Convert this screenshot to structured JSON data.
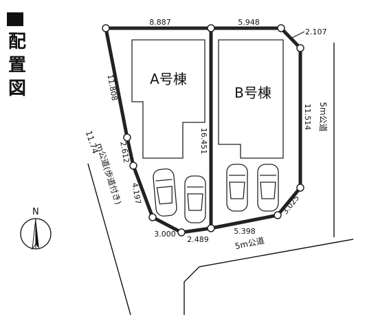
{
  "title": {
    "chars": [
      "配",
      "置",
      "図"
    ]
  },
  "buildings": {
    "a_label": "A号棟",
    "b_label": "B号棟"
  },
  "dimensions": {
    "top_left": "8.887",
    "top_right": "5.948",
    "corner_top_right": "2.107",
    "left_upper": "11.808",
    "left_mid": "2.612",
    "left_lower": "4.197",
    "bottom_left": "3.000",
    "bottom_mid": "2.489",
    "bottom_right": "5.398",
    "corner_bottom_right": "3.025",
    "right_side": "11.514",
    "center_divider": "16.451"
  },
  "roads": {
    "right_road": "5m公道",
    "bottom_road": "5m公道",
    "left_road_width": "11.74",
    "left_road_type": "m公道(歩道付き)"
  },
  "compass": {
    "north": "N"
  },
  "colors": {
    "line": "#111111",
    "background": "#ffffff"
  }
}
